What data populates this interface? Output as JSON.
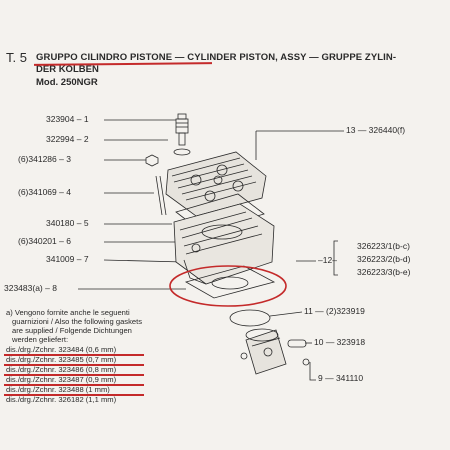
{
  "header": {
    "table_no": "T. 5",
    "title_line1": "GRUPPO CILINDRO PISTONE — CYLINDER PISTON, ASSY — GRUPPE ZYLIN-",
    "title_line2": "DER KOLBEN",
    "model": "Mod. 250NGR"
  },
  "left_labels": [
    {
      "code": "323904",
      "num": "1"
    },
    {
      "code": "322994",
      "num": "2"
    },
    {
      "code": "(6)341286",
      "num": "3"
    },
    {
      "code": "(6)341069",
      "num": "4"
    },
    {
      "code": "340180",
      "num": "5"
    },
    {
      "code": "(6)340201",
      "num": "6"
    },
    {
      "code": "341009",
      "num": "7"
    },
    {
      "code": "323483(a)",
      "num": "8"
    }
  ],
  "right_labels": {
    "assy": "13 — 326440(f)",
    "group_num": "12",
    "group_items": [
      "326223/1(b-c)",
      "326223/2(b-d)",
      "326223/3(b-e)"
    ],
    "ring": "11 — (2)323919",
    "pin": "10 — 323918",
    "clip": "9 — 341110"
  },
  "note": {
    "lines": [
      "a) Vengono fornite anche le seguenti",
      "guarnizioni / Also the following gaskets",
      "are supplied / Folgende Dichtungen",
      "werden geliefert:"
    ],
    "gaskets": [
      "dis./drg./Zchnr. 323484 (0,6 mm)",
      "dis./drg./Zchnr. 323485 (0,7 mm)",
      "dis./drg./Zchnr. 323486 (0,8 mm)",
      "dis./drg./Zchnr. 323487 (0,9 mm)",
      "dis./drg./Zchnr. 323488 (1 mm)",
      "dis./drg./Zchnr. 326182 (1,1 mm)"
    ]
  },
  "colors": {
    "annotation": "#c42a2a",
    "ink": "#2a2a2a",
    "paper": "#f4f2ee"
  }
}
